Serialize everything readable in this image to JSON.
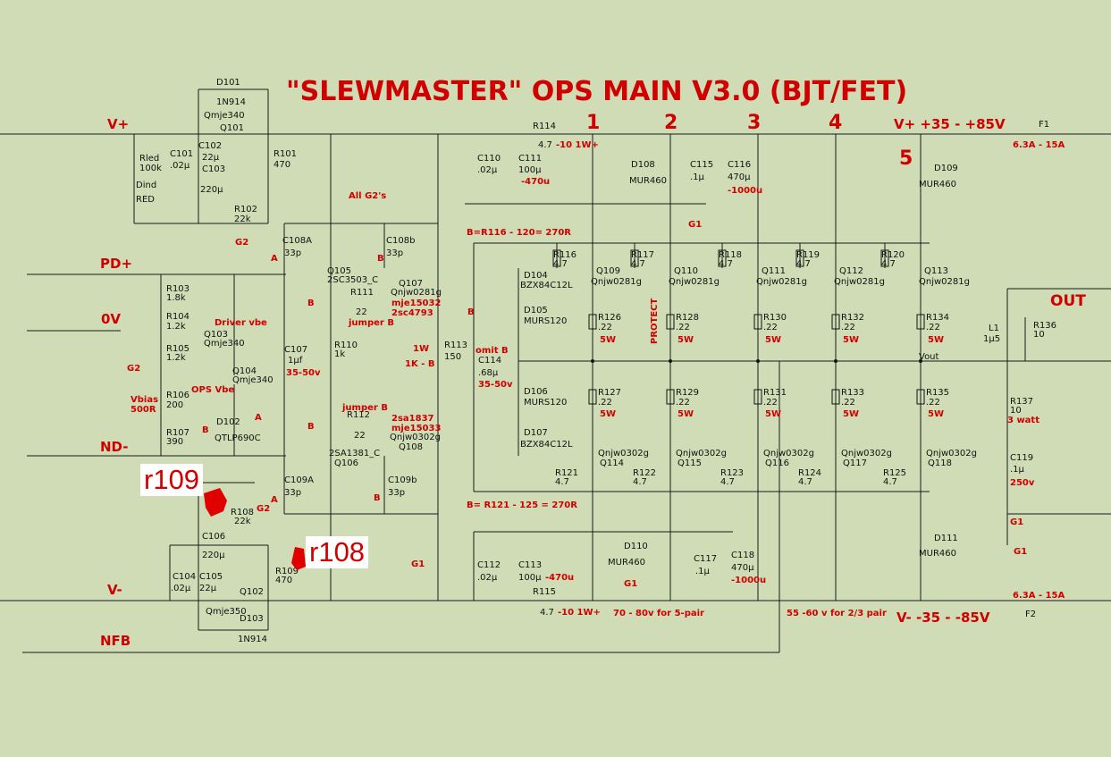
{
  "title": "\"SLEWMASTER\" OPS MAIN V3.0 (BJT/FET)",
  "rails": {
    "vplus": "V+",
    "vminus": "V-",
    "pdplus": "PD+",
    "zero": "0V",
    "ndminus": "ND-",
    "nfb": "NFB",
    "out": "OUT",
    "vplus_range": "V+ +35  -  +85V",
    "vminus_range": "V- -35 -  -85V"
  },
  "stage_numbers": [
    "1",
    "2",
    "3",
    "4",
    "5"
  ],
  "grounds": {
    "g1": "G1",
    "g2": "G2"
  },
  "annotations": {
    "r109": "r109",
    "r108": "r108",
    "all_g2": "All G2's",
    "b_top": "B=R116 - 120= 270R",
    "b_bot": "B= R121 - 125 = 270R",
    "driver_vbe": "Driver vbe",
    "ops_vbe": "OPS Vbe",
    "vbias": "Vbias",
    "vbias_val": "500R",
    "jumper": "jumper B",
    "protect": "PROTECT",
    "one_w": "1W",
    "one_k": "1K - B",
    "omit_b": "omit B",
    "pair5": "70 - 80v for 5-pair",
    "pair23": "55 -60 v for 2/3 pair",
    "fuse": "6.3A - 15A",
    "watt3": "3 watt",
    "v250": "250v",
    "vout": "Vout",
    "v3550": "35-50v",
    "a": "A",
    "b": "B"
  },
  "components": {
    "D101": [
      "D101",
      "1N914"
    ],
    "Q101": [
      "Qmje340",
      "Q101"
    ],
    "C102": [
      "C102",
      "22µ"
    ],
    "C101": [
      "C101",
      ".02µ"
    ],
    "C103": [
      "C103",
      "220µ"
    ],
    "R101": [
      "R101",
      "470"
    ],
    "R102": [
      "R102",
      "22k"
    ],
    "Rled": [
      "Rled",
      "100k"
    ],
    "Dind": [
      "Dind",
      "RED"
    ],
    "R114": [
      "R114",
      "4.7"
    ],
    "R114n": "-10 1W+",
    "C110": [
      "C110",
      ".02µ"
    ],
    "C111": [
      "C111",
      "100µ"
    ],
    "C111n": "-470u",
    "D108": [
      "D108",
      "MUR460"
    ],
    "C115": [
      "C115",
      ".1µ"
    ],
    "C116": [
      "C116",
      "470µ"
    ],
    "C116n": "-1000u",
    "F1": "F1",
    "D109": [
      "D109",
      "MUR460"
    ],
    "C108A": [
      "C108A",
      "33p"
    ],
    "C108b": [
      "C108b",
      "33p"
    ],
    "Q105": [
      "Q105",
      "2SC3503_C"
    ],
    "Q107": [
      "Q107",
      "Qnjw0281g"
    ],
    "Q107n": [
      "mje15032",
      "2sc4793"
    ],
    "R111": [
      "R111",
      "22"
    ],
    "R103": [
      "R103",
      "1.8k"
    ],
    "R104": [
      "R104",
      "1.2k"
    ],
    "R105": [
      "R105",
      "1.2k"
    ],
    "Q103": [
      "Q103",
      "Qmje340"
    ],
    "Q104": [
      "Q104",
      "Qmje340"
    ],
    "R106": [
      "R106",
      "200"
    ],
    "R107": [
      "R107",
      "390"
    ],
    "D102": [
      "D102",
      "QTLP690C"
    ],
    "C107": [
      "C107",
      "1µf"
    ],
    "R110": [
      "R110",
      "1k"
    ],
    "R113": [
      "R113",
      "150"
    ],
    "C114": [
      "C114",
      ".68µ"
    ],
    "R112": [
      "R112",
      "22"
    ],
    "Q108": [
      "Qnjw0302g",
      "Q108"
    ],
    "Q108n": [
      "2sa1837",
      "mje15033"
    ],
    "Q106": [
      "2SA1381_C",
      "Q106"
    ],
    "C109A": [
      "C109A",
      "33p"
    ],
    "C109b": [
      "C109b",
      "33p"
    ],
    "R108": [
      "R108",
      "22k"
    ],
    "C106": [
      "C106",
      "220µ"
    ],
    "C104": [
      "C104",
      ".02µ"
    ],
    "C105": [
      "C105",
      "22µ"
    ],
    "Q102": [
      "Q102",
      "Qmje350"
    ],
    "R109": [
      "R109",
      "470"
    ],
    "D103": [
      "D103",
      "1N914"
    ],
    "C112": [
      "C112",
      ".02µ"
    ],
    "C113": [
      "C113",
      "100µ"
    ],
    "C113n": "-470u",
    "R115": [
      "R115",
      "4.7"
    ],
    "R115n": "-10 1W+",
    "D110": [
      "D110",
      "MUR460"
    ],
    "C117": [
      "C117",
      ".1µ"
    ],
    "C118": [
      "C118",
      "470µ"
    ],
    "C118n": "-1000u",
    "D111": [
      "D111",
      "MUR460"
    ],
    "F2": "F2",
    "D104": [
      "D104",
      "BZX84C12L"
    ],
    "D105": [
      "D105",
      "MURS120"
    ],
    "D106": [
      "D106",
      "MURS120"
    ],
    "D107": [
      "D107",
      "BZX84C12L"
    ],
    "L1": [
      "L1",
      "1µ5"
    ],
    "R136": [
      "R136",
      "10"
    ],
    "R137": [
      "R137",
      "10"
    ],
    "C119": [
      "C119",
      ".1µ"
    ]
  },
  "upper_devices": [
    {
      "r": "R116",
      "q": "Q109",
      "re": "R126",
      "rec": "R127"
    },
    {
      "r": "R117",
      "q": "Q110",
      "re": "R128",
      "rec": "R129"
    },
    {
      "r": "R118",
      "q": "Q111",
      "re": "R130",
      "rec": "R131"
    },
    {
      "r": "R119",
      "q": "Q112",
      "re": "R132",
      "rec": "R133"
    },
    {
      "r": "R120",
      "q": "Q113",
      "re": "R134",
      "rec": "R135"
    }
  ],
  "lower_devices": [
    {
      "r": "R121",
      "q": "Q114"
    },
    {
      "r": "R122",
      "q": "Q115"
    },
    {
      "r": "R123",
      "q": "Q116"
    },
    {
      "r": "R124",
      "q": "Q117"
    },
    {
      "r": "R125",
      "q": "Q118"
    }
  ],
  "device_values": {
    "gate_r": "4.7",
    "emit_r": ".22",
    "emit_w": "5W",
    "npn": "Qnjw0281g",
    "pnp": "Qnjw0302g"
  }
}
